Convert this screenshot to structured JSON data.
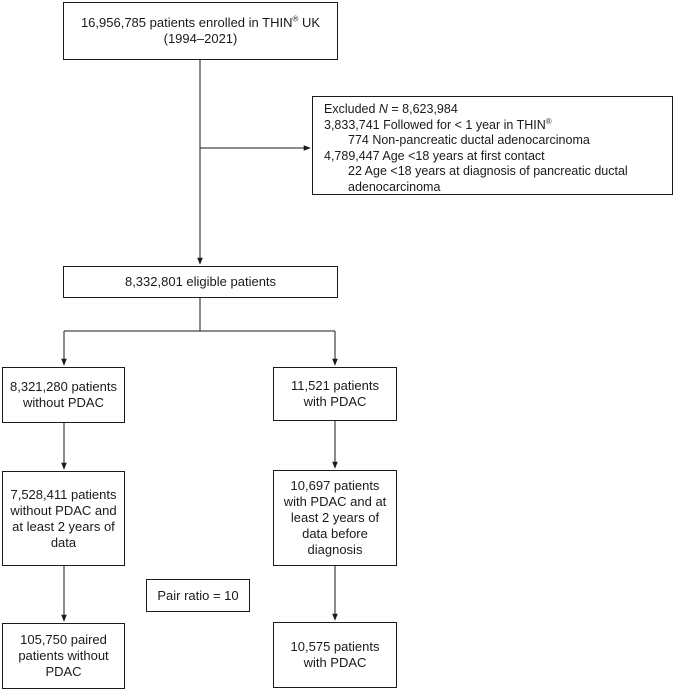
{
  "enrolled": {
    "line1_prefix": "16,956,785 patients enrolled in THIN",
    "reg": "®",
    "line1_suffix": " UK",
    "line2": "(1994–2021)"
  },
  "excluded": {
    "title_prefix": "Excluded ",
    "title_n": "N",
    "title_suffix": " = 8,623,984",
    "item1_prefix": "3,833,741 Followed for < 1 year in THIN",
    "item1_reg": "®",
    "item1_sub": "774 Non-pancreatic ductal adenocarcinoma",
    "item2": "4,789,447 Age <18 years at first contact",
    "item2_sub": "22 Age <18 years at diagnosis of pancreatic ductal adenocarcinoma"
  },
  "eligible": {
    "label": "8,332,801 eligible patients"
  },
  "left": {
    "without_pdac": [
      "8,321,280 patients",
      "without PDAC"
    ],
    "two_years": [
      "7,528,411 patients",
      "without PDAC and",
      "at least 2 years of",
      "data"
    ],
    "paired": [
      "105,750 paired",
      "patients without",
      "PDAC"
    ]
  },
  "right": {
    "with_pdac": [
      "11,521 patients",
      "with PDAC"
    ],
    "two_years": [
      "10,697 patients",
      "with PDAC and at",
      "least 2 years of",
      "data before",
      "diagnosis"
    ],
    "final": [
      "10,575 patients",
      "with PDAC"
    ]
  },
  "pair_ratio": {
    "label": "Pair ratio = 10"
  }
}
